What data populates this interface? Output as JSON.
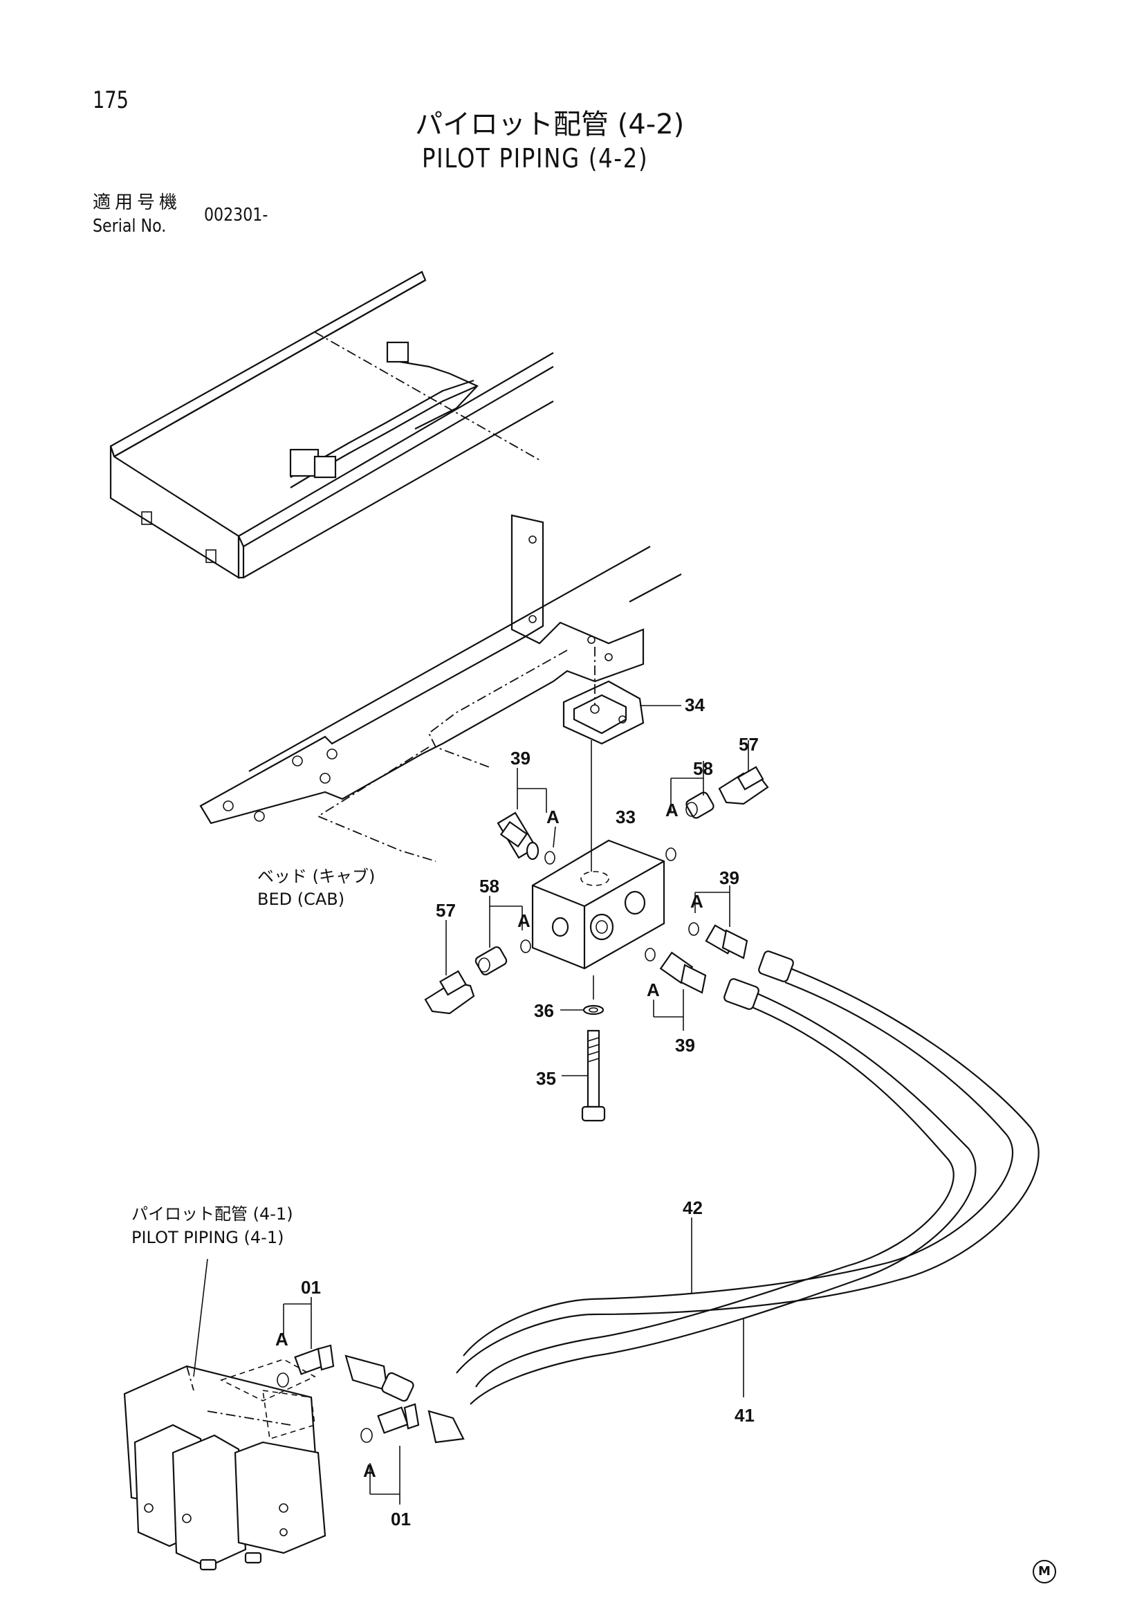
{
  "page_number": "175",
  "title": {
    "jp": "パイロット配管 (4-2)",
    "en": "PILOT PIPING (4-2)"
  },
  "serial": {
    "label_jp": "適用号機",
    "label_en": "Serial No.",
    "value": "002301-"
  },
  "references": {
    "bed_jp": "ベッド (キャブ)",
    "bed_en": "BED (CAB)",
    "pilot_jp": "パイロット配管 (4-1)",
    "pilot_en": "PILOT PIPING (4-1)"
  },
  "callouts": {
    "c34": "34",
    "c33": "33",
    "c35": "35",
    "c36": "36",
    "c39a": "39",
    "c39b": "39",
    "c39c": "39",
    "c57a": "57",
    "c57b": "57",
    "c58a": "58",
    "c58b": "58",
    "c41": "41",
    "c42": "42",
    "c01a": "01",
    "c01b": "01",
    "a1": "A",
    "a2": "A",
    "a3": "A",
    "a4": "A",
    "a5": "A",
    "a6": "A",
    "a7": "A"
  },
  "mark": "M"
}
